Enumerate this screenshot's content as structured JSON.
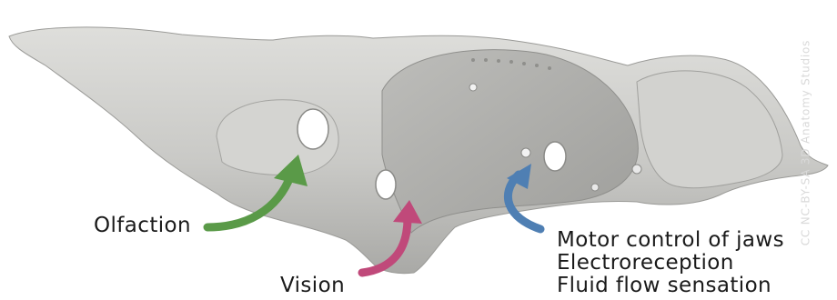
{
  "labels": {
    "olfaction": "Olfaction",
    "vision": "Vision",
    "nerve_functions": [
      "Motor control of jaws",
      "Electroreception",
      "Fluid flow sensation"
    ]
  },
  "credit": "CC NC-BY-SA 3D Anatomy Studios",
  "colors": {
    "olfaction_arrow": "#5a9a48",
    "vision_arrow": "#c0497a",
    "nerve_arrow": "#4f7fb3",
    "bone": "#c9c9c6"
  }
}
